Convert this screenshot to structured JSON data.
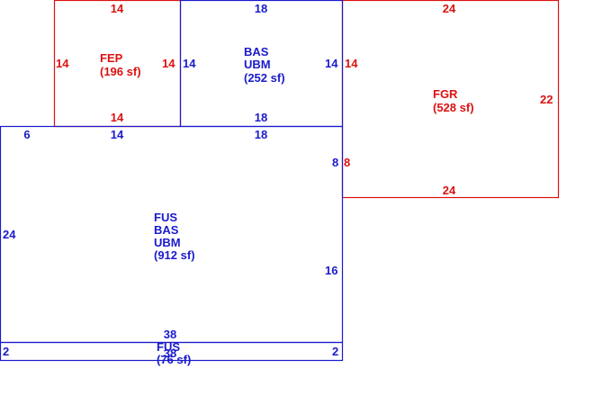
{
  "colors": {
    "blue": "#1a1acc",
    "red": "#dd1111"
  },
  "areas": {
    "fep": {
      "code": "FEP",
      "area": "(196 sf)"
    },
    "bas_upper": {
      "line1": "BAS",
      "line2": "UBM",
      "area": "(252 sf)"
    },
    "fgr": {
      "code": "FGR",
      "area": "(528 sf)"
    },
    "fus_main": {
      "line1": "FUS",
      "line2": "BAS",
      "line3": "UBM",
      "area": "(912 sf)"
    },
    "fus_strip": {
      "code": "FUS",
      "area": "(76 sf)"
    }
  },
  "dims": {
    "fep_top": "14",
    "fep_left": "14",
    "fep_right": "14",
    "fep_bottom": "14",
    "bas_top": "18",
    "bas_left": "14",
    "bas_right": "14",
    "bas_bottom": "18",
    "fgr_top": "24",
    "fgr_left": "14",
    "fgr_right": "22",
    "fgr_bottom": "24",
    "fgr_notch": "8",
    "main_top_left": "6",
    "main_top_mid": "14",
    "main_top_right": "18",
    "main_left": "24",
    "main_notch": "8",
    "main_right": "16",
    "main_bottom": "38",
    "strip_left": "2",
    "strip_right": "2",
    "strip_bottom": "38"
  }
}
